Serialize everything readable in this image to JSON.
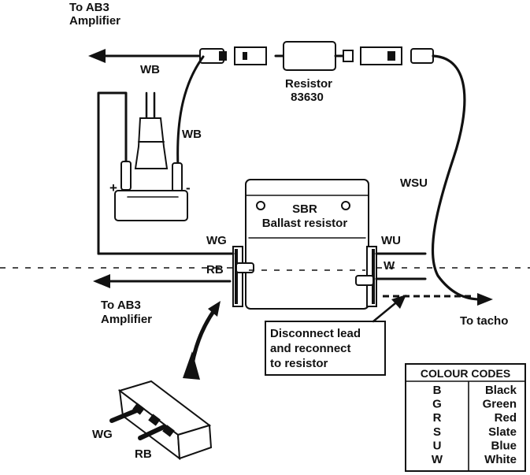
{
  "labels": {
    "to_ab3_top_line1": "To AB3",
    "to_ab3_top_line2": "Amplifier",
    "wb_top": "WB",
    "wb_side": "WB",
    "resistor_line1": "Resistor",
    "resistor_line2": "83630",
    "wsu": "WSU",
    "plus": "+",
    "minus": "-",
    "sbr": "SBR",
    "ballast_resistor": "Ballast resistor",
    "wg_left": "WG",
    "rb_left": "RB",
    "wu_right": "WU",
    "w_right": "W",
    "to_ab3_bottom_line1": "To AB3",
    "to_ab3_bottom_line2": "Amplifier",
    "to_tacho": "To tacho",
    "note_line1": "Disconnect lead",
    "note_line2": "and reconnect",
    "note_line3": "to resistor",
    "wg_connector": "WG",
    "rb_connector": "RB"
  },
  "colour_codes": {
    "title": "COLOUR CODES",
    "rows": [
      {
        "code": "B",
        "colour": "Black"
      },
      {
        "code": "G",
        "colour": "Green"
      },
      {
        "code": "R",
        "colour": "Red"
      },
      {
        "code": "S",
        "colour": "Slate"
      },
      {
        "code": "U",
        "colour": "Blue"
      },
      {
        "code": "W",
        "colour": "White"
      }
    ]
  }
}
